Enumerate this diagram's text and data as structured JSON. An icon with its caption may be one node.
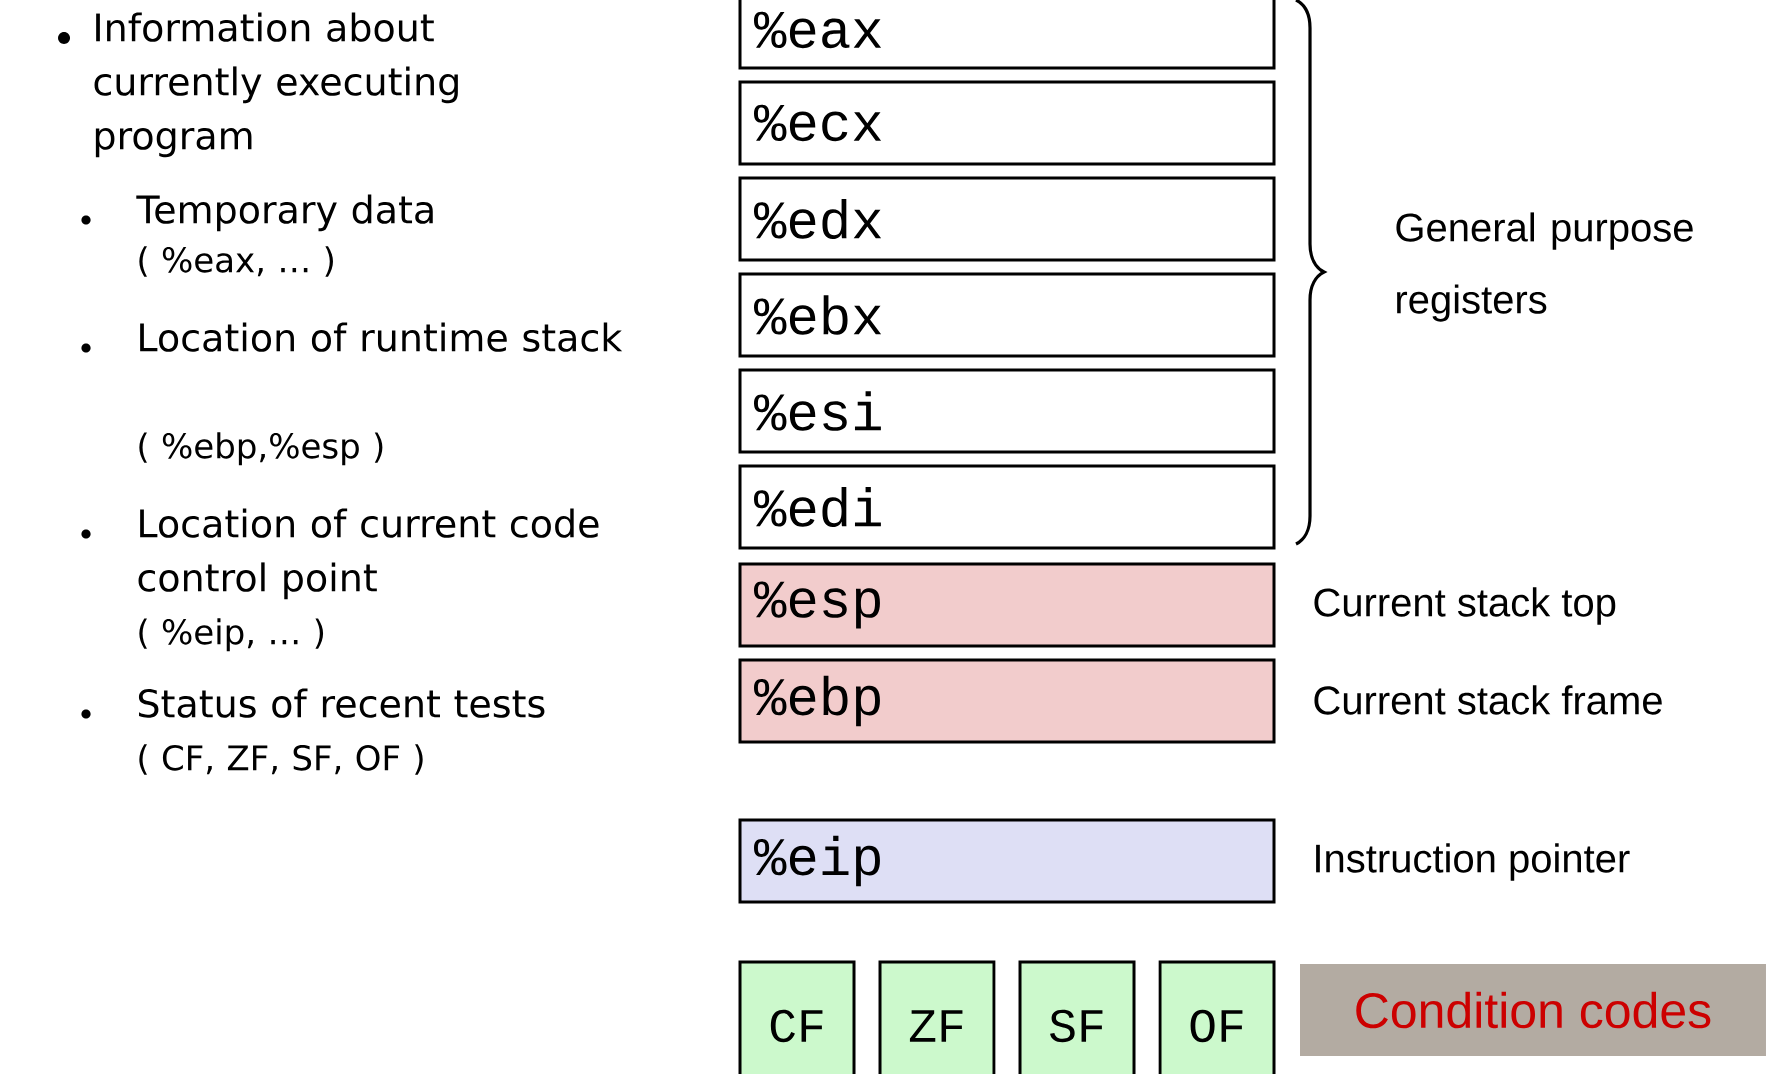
{
  "diagram": {
    "nodes": [
      {
        "text": [
          "%eax"
        ]
      },
      {
        "text": [
          "%ecx"
        ]
      },
      {
        "text": [
          "%edx"
        ]
      },
      {
        "text": [
          "%ebx"
        ]
      },
      {
        "text": [
          "%esi"
        ]
      },
      {
        "text": [
          "%edi"
        ]
      },
      {
        "text": [
          "%esp"
        ],
        "beside": [
          "Current stack top"
        ]
      },
      {
        "text": [
          "%ebp"
        ],
        "beside": [
          "Current stack frame"
        ]
      },
      {
        "text": [
          "%eip"
        ],
        "beside": [
          "Instruction pointer"
        ]
      },
      {
        "text": [
          "CF"
        ]
      },
      {
        "text": [
          "ZF"
        ]
      },
      {
        "text": [
          "SF"
        ]
      },
      {
        "text": [
          "OF"
        ]
      },
      {
        "text": [
          "Condition codes"
        ]
      }
    ],
    "labels": [
      "Information about currently executing program",
      "Temporary data",
      "( %eax, … )",
      "Location of runtime stack",
      "( %ebp,%esp )",
      "Location of current code control point",
      "( %eip, … )",
      "Status of recent tests",
      "( CF, ZF, SF, OF )",
      "General purpose registers"
    ]
  }
}
